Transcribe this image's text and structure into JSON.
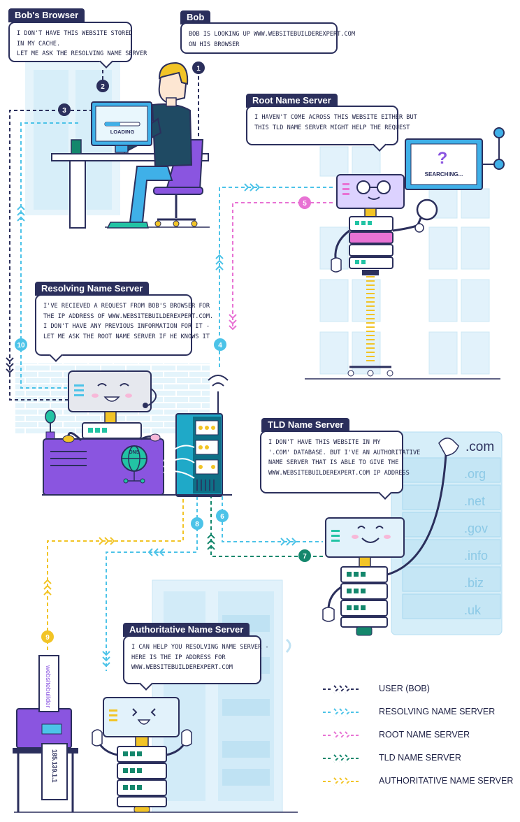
{
  "bob_browser": {
    "title": "Bob's Browser",
    "lines": [
      "I don't have this website stored",
      "in my cache.",
      "Let me ask the Resolving Name Server"
    ]
  },
  "bob": {
    "title": "Bob",
    "lines": [
      "Bob is looking up www.websitebuilderexpert.com",
      "on his browser"
    ],
    "screen_text": "LOADING"
  },
  "root_server": {
    "title": "Root Name Server",
    "lines": [
      "I haven't come across this website either but",
      "this TLD Name Server might help the request"
    ],
    "screen_icon": "?",
    "screen_text": "SEARCHING..."
  },
  "resolving_server": {
    "title": "Resolving Name Server",
    "lines": [
      "I've recieved a request from Bob's browser for",
      "the IP address of www.websitebuilderexpert.com.",
      "I don't have any previous information for it -",
      "Let me ask the root name server if he knows it"
    ],
    "dns_label": "DNS"
  },
  "tld_server": {
    "title": "TLD Name Server",
    "lines": [
      "I don't have this website in my",
      "'.com' database. But I've an authoritative",
      "name server that is able to give the",
      "www.websitebuilderexpert.com IP address"
    ],
    "tlds": [
      ".com",
      ".org",
      ".net",
      ".gov",
      ".info",
      ".biz",
      ".uk"
    ]
  },
  "auth_server": {
    "title": "Authoritative Name Server",
    "lines": [
      "I can help you resolving name server -",
      "here is the IP address for",
      "www.websitebuilderexpert.com"
    ],
    "sign_text": "websitebuilder",
    "ip_text": "185.139.1.1"
  },
  "steps": [
    "1",
    "2",
    "3",
    "4",
    "5",
    "6",
    "7",
    "8",
    "9",
    "10"
  ],
  "legend": [
    {
      "label": "USER (BOB)",
      "color": "#2b2f5c"
    },
    {
      "label": "RESOLVING NAME SERVER",
      "color": "#4cc3e8"
    },
    {
      "label": "ROOT NAME SERVER",
      "color": "#e872d4"
    },
    {
      "label": "TLD NAME SERVER",
      "color": "#14876c"
    },
    {
      "label": "AUTHORITATIVE NAME SERVER",
      "color": "#f2c426"
    }
  ],
  "colors": {
    "navy": "#2b2f5c",
    "cyan": "#4cc3e8",
    "pink": "#e872d4",
    "teal": "#14876c",
    "yellow": "#f2c426",
    "purple": "#8a55e0",
    "pale_blue": "#e2f2fb"
  }
}
